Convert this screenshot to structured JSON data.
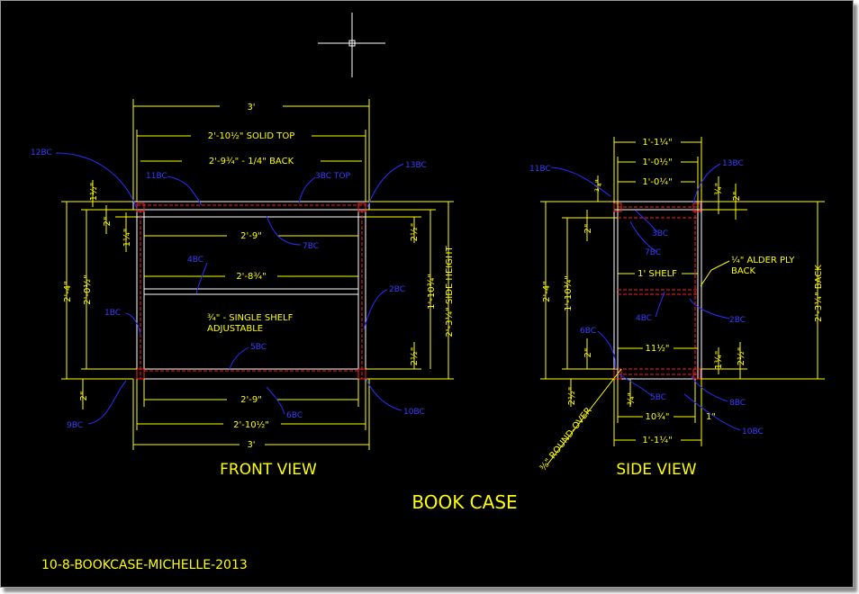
{
  "drawing": {
    "title": "BOOK CASE",
    "filename": "10-8-BOOKCASE-MICHELLE-2013",
    "colors": {
      "background": "#000000",
      "dimension": "#ffff00",
      "part": "#ffffff",
      "hidden": "#ff2020",
      "callout": "#3c3cff"
    }
  },
  "front_view": {
    "caption": "FRONT VIEW",
    "dims": {
      "top_width": "3'",
      "solid_top": "2'-10½\" SOLID TOP",
      "back": "2'-9¾\" - 1/4\" BACK",
      "upper_inner": "2'-9\"",
      "shelf": "2'-8¾\"",
      "lower_inner": "2'-9\"",
      "lower_outer": "2'-10½\"",
      "bottom_width": "3'",
      "left_height_total": "2'-4\"",
      "left_height_inner": "2'-0½\"",
      "left_top": "1½\"",
      "left_2a": "2\"",
      "left_quarter": "1¼\"",
      "left_bottom": "2\"",
      "right_top": "2½\"",
      "right_mid": "1'-10¾\"",
      "right_low": "2½\"",
      "side_height": "2'-3¼\" SIDE HEIGHT"
    },
    "notes": {
      "shelf_note": "¾\" - SINGLE SHELF",
      "shelf_note2": "ADJUSTABLE"
    },
    "callouts": [
      "12BC",
      "11BC",
      "3BC TOP",
      "13BC",
      "7BC",
      "4BC",
      "2BC",
      "1BC",
      "5BC",
      "6BC",
      "9BC",
      "10BC"
    ]
  },
  "side_view": {
    "caption": "SIDE VIEW",
    "dims": {
      "top_overall": "1'-1¼\"",
      "second": "1'-0½\"",
      "third": "1'-0¼\"",
      "shelf": "1' SHELF",
      "bottom_inner": "11½\"",
      "bottom_mid": "10¾\"",
      "one_inch": "1\"",
      "bottom_overall": "1'-1¼\"",
      "left_top": "¾\"",
      "left_2": "2\"",
      "left_total": "2'-4\"",
      "left_mid": "1'-10¾\"",
      "left_low": "2\"",
      "left_bot": "2½\"",
      "left_small": "¾\"",
      "right_a": "¾\"",
      "right_b": "2\"",
      "right_c": "1¾\"",
      "right_d": "2½\"",
      "back_height": "2'-3¼\" BACK",
      "roundover": "⅜\" ROUND-OVER",
      "alder": "¼\" ALDER PLY",
      "alder2": "BACK"
    },
    "callouts": [
      "11BC",
      "13BC",
      "3BC",
      "7BC",
      "4BC",
      "2BC",
      "6BC",
      "5BC",
      "8BC",
      "10BC"
    ]
  }
}
